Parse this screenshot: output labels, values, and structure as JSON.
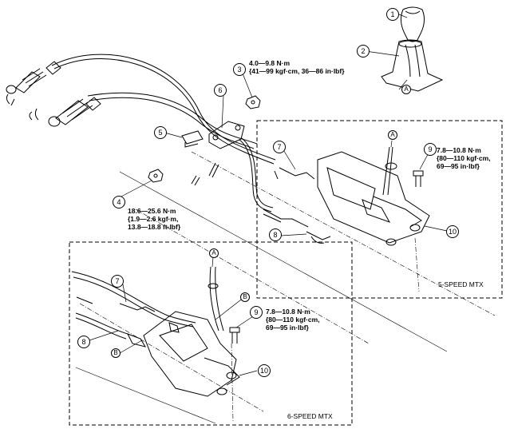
{
  "callouts": {
    "c1": "1",
    "c2": "2",
    "c3": "3",
    "c4": "4",
    "c5": "5",
    "c6": "6",
    "c7_top": "7",
    "c8_top": "8",
    "c9_top": "9",
    "c10_top": "10",
    "c7_bot": "7",
    "c8_bot": "8",
    "c9_bot": "9",
    "c10_bot": "10",
    "a_knob": "A",
    "a_top": "A",
    "a_bot": "A",
    "b_lever": "B",
    "b_cable": "B"
  },
  "torques": {
    "t3": [
      "4.0—9.8 N·m",
      "{41—99 kgf·cm, 36—86 in·lbf}"
    ],
    "t4": [
      "18.6—25.6 N·m",
      "{1.9—2.6 kgf·m,",
      "13.8—18.8 ft·lbf}"
    ],
    "t9_top": [
      "7.8—10.8 N·m",
      "{80—110 kgf·cm,",
      "69—95 in·lbf}"
    ],
    "t9_bot": [
      "7.8—10.8 N·m",
      "{80—110 kgf·cm,",
      "69—95 in·lbf}"
    ]
  },
  "boxes": {
    "five_speed": "5-SPEED MTX",
    "six_speed": "6-SPEED MTX"
  }
}
